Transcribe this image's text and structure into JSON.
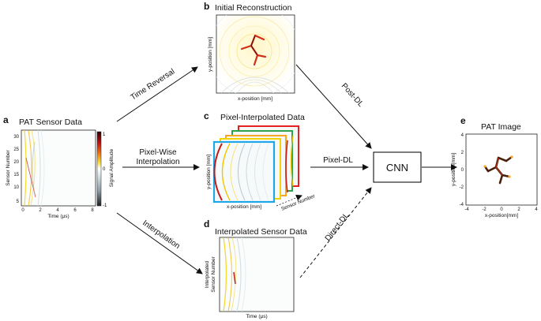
{
  "panels": {
    "a": {
      "letter": "a",
      "title": "PAT Sensor Data",
      "xlabel": "Time (μs)",
      "ylabel": "Sensor Number",
      "xticks": [
        "0",
        "2",
        "4",
        "6",
        "8"
      ],
      "yticks": [
        "30",
        "25",
        "20",
        "15",
        "10",
        "5"
      ],
      "colorbar_label": "Signal Amplitude",
      "colorbar_ticks": [
        "1",
        "0",
        "-1"
      ]
    },
    "b": {
      "letter": "b",
      "title": "Initial Reconstruction",
      "xlabel": "x-position [mm]",
      "ylabel": "y-position [mm]"
    },
    "c": {
      "letter": "c",
      "title": "Pixel-Interpolated Data",
      "xlabel": "x-position [mm]",
      "ylabel": "y-position [mm]",
      "stack_label": "Sensor Number"
    },
    "d": {
      "letter": "d",
      "title": "Interpolated Sensor Data",
      "xlabel": "Time (μs)",
      "ylabel_line1": "Interpolated",
      "ylabel_line2": "Sensor Number"
    },
    "e": {
      "letter": "e",
      "title": "PAT Image",
      "xlabel": "x-position[mm]",
      "ylabel": "y-position[mm]",
      "xticks": [
        "-4",
        "-2",
        "0",
        "2",
        "4"
      ],
      "yticks": [
        "4",
        "2",
        "0",
        "-2",
        "-4"
      ]
    }
  },
  "arrows": {
    "time_reversal": "Time Reversal",
    "pixel_wise_1": "Pixel-Wise",
    "pixel_wise_2": "Interpolation",
    "interpolation": "Interpolation",
    "post_dl": "Post-DL",
    "pixel_dl": "Pixel-DL",
    "direct_dl": "Direct-DL"
  },
  "cnn": {
    "label": "CNN"
  },
  "colors": {
    "stack_frames": [
      "#e52222",
      "#2ea34a",
      "#f5a623",
      "#f2d200",
      "#1ea6e8"
    ],
    "vessel": "#4a1f0a",
    "accent": "#d43a1a"
  }
}
